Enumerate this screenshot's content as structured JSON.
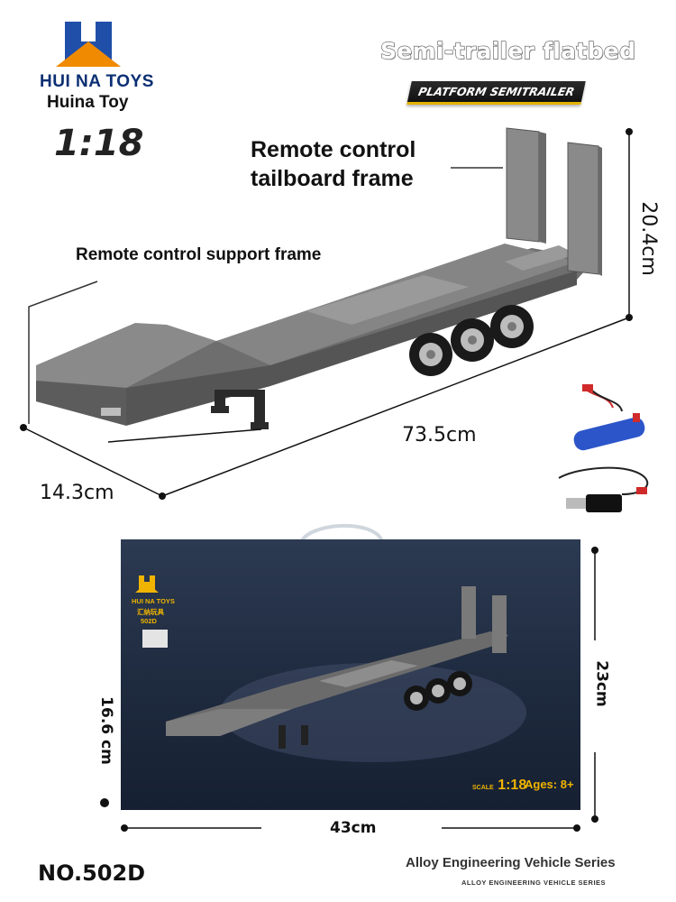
{
  "brand": {
    "name": "HUI NA TOYS",
    "subtitle": "Huina Toy",
    "scale": "1:18",
    "logo_colors": {
      "blue": "#1f4fa8",
      "orange": "#f08a00"
    }
  },
  "headline": {
    "title": "Semi-trailer flatbed",
    "banner": "PLATFORM SEMITRAILER"
  },
  "callouts": {
    "tailboard": [
      "Remote control",
      "tailboard frame"
    ],
    "support": "Remote control support frame"
  },
  "dimensions": {
    "length": "73.5cm",
    "width": "14.3cm",
    "height": "20.4cm",
    "box_height_left": "16.6 cm",
    "box_height_right": "23cm",
    "box_length": "43cm"
  },
  "box": {
    "brand": "HUI NA TOYS",
    "brand_cn": "汇纳玩具",
    "model": "502D",
    "scale_prefix": "SCALE",
    "scale": "1:18",
    "ages": "Ages: 8+"
  },
  "footer": {
    "model_no": "NO.502D",
    "series": "Alloy Engineering Vehicle Series",
    "series_small": "ALLOY ENGINEERING VEHICLE SERIES"
  },
  "colors": {
    "trailer_gray": "#7a7a7a",
    "box_navy": "#1e2a3e",
    "accent_gold": "#f0b400"
  }
}
